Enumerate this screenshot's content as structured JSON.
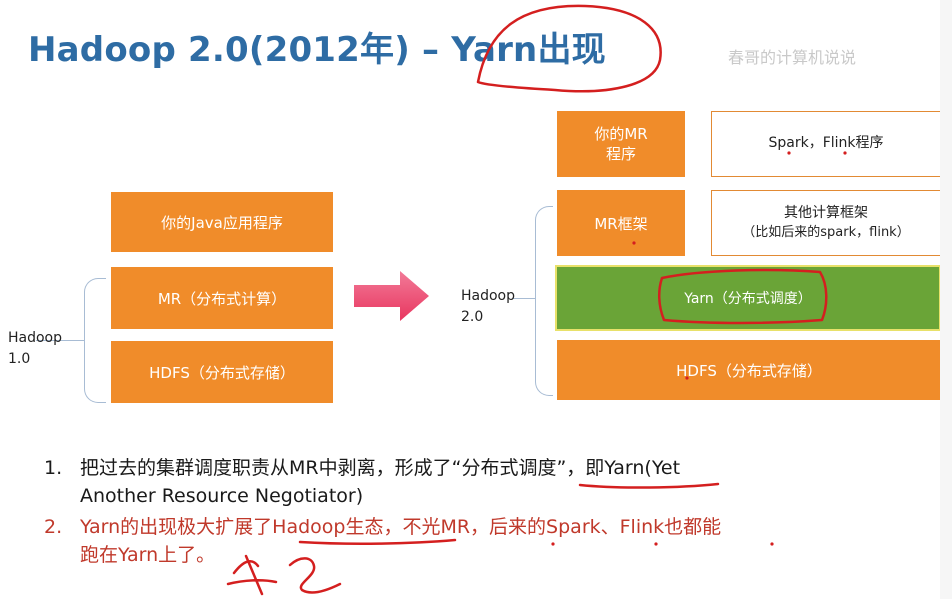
{
  "slide": {
    "title": "Hadoop 2.0(2012年) – Yarn出现",
    "watermark": "春哥的计算机说说"
  },
  "hadoop1": {
    "label_line1": "Hadoop",
    "label_line2": "1.0",
    "app_box": "你的Java应用程序",
    "mr_box": "MR（分布式计算）",
    "hdfs_box": "HDFS（分布式存储）"
  },
  "hadoop2": {
    "label_line1": "Hadoop",
    "label_line2": "2.0",
    "mr_program_line1": "你的MR",
    "mr_program_line2": "程序",
    "spark_flink_program": "Spark，Flink程序",
    "mr_framework": "MR框架",
    "other_framework_line1": "其他计算框架",
    "other_framework_line2": "（比如后来的spark，flink）",
    "yarn_box": "Yarn（分布式调度）",
    "hdfs_box": "HDFS（分布式存储）"
  },
  "notes": [
    {
      "num": "1.",
      "line1": "把过去的集群调度职责从MR中剥离，形成了“分布式调度”，即Yarn(Yet",
      "line2": "Another Resource Negotiator)"
    },
    {
      "num": "2.",
      "line1": "Yarn的出现极大扩展了Hadoop生态，不光MR，后来的Spark、Flink也都能",
      "line2": "跑在Yarn上了。"
    }
  ],
  "colors": {
    "title": "#2e6ca4",
    "orange_box": "#f08c2a",
    "green_box": "#6aa437",
    "arrow": "#ee4a70",
    "note_red": "#c0392b",
    "annotation_ink": "#d41f1f"
  }
}
